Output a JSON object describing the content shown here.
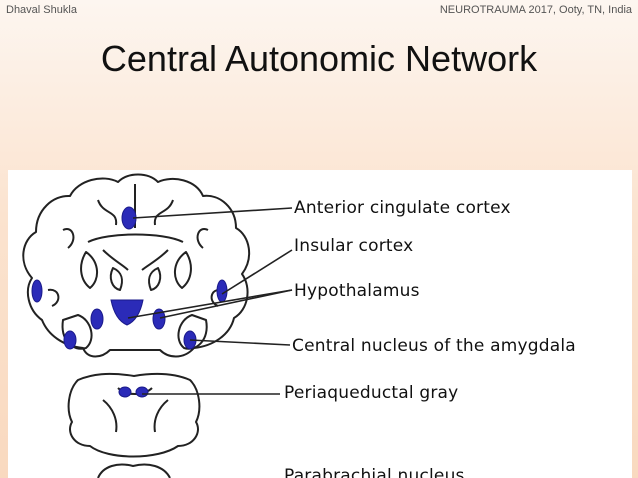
{
  "header": {
    "author": "Dhaval Shukla",
    "event": "NEUROTRAUMA 2017, Ooty, TN, India"
  },
  "slide": {
    "title": "Central Autonomic Network"
  },
  "figure": {
    "labels": [
      "Anterior  cingulate cortex",
      "Insular cortex",
      "Hypothalamus",
      "Central nucleus  of the amygdala",
      "Periaqueductal gray",
      "Parabrachial nucleus"
    ],
    "colors": {
      "highlight": "#2b2bb8",
      "outline": "#222222"
    }
  }
}
